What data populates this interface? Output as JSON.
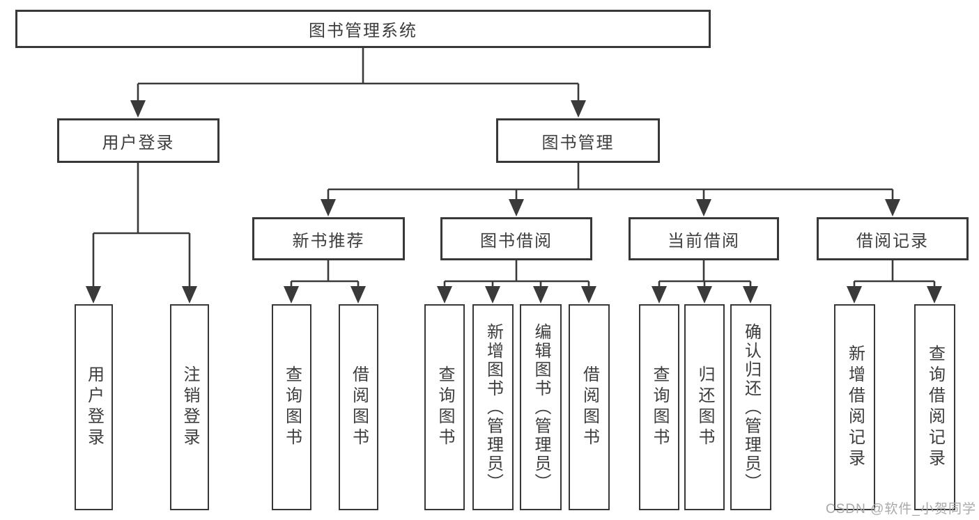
{
  "diagram_type": "tree-diagram",
  "tree": {
    "label": "图书管理系统",
    "children": [
      {
        "label": "用户登录",
        "children": [
          {
            "label": "用户登录"
          },
          {
            "label": "注销登录"
          }
        ]
      },
      {
        "label": "图书管理",
        "children": [
          {
            "label": "新书推荐",
            "children": [
              {
                "label": "查询图书"
              },
              {
                "label": "借阅图书"
              }
            ]
          },
          {
            "label": "图书借阅",
            "children": [
              {
                "label": "查询图书"
              },
              {
                "label": "新增图书（管理员）"
              },
              {
                "label": "编辑图书（管理员）"
              },
              {
                "label": "借阅图书"
              }
            ]
          },
          {
            "label": "当前借阅",
            "children": [
              {
                "label": "查询图书"
              },
              {
                "label": "归还图书"
              },
              {
                "label": "确认归还（管理员）"
              }
            ]
          },
          {
            "label": "借阅记录",
            "children": [
              {
                "label": "新增借阅记录"
              },
              {
                "label": "查询借阅记录"
              }
            ]
          }
        ]
      }
    ]
  },
  "watermark": {
    "text": "CSDN @软件_小贺同学"
  },
  "colors": {
    "line": "#3a3a3a",
    "border": "#383838",
    "text": "#3d3d3d",
    "box_fill": "#ffffff",
    "watermark": "#a9a9a9",
    "background": "#ffffff"
  }
}
